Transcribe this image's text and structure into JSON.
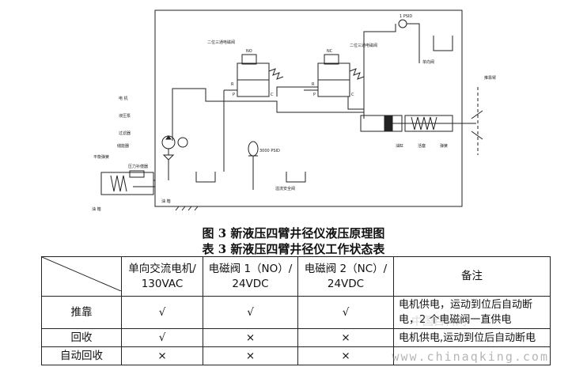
{
  "figure": {
    "caption": "图 3  新液压四臂井径仪液压原理图",
    "labels": {
      "pressure_1psid": "1 PSID",
      "valve_no": "NO",
      "valve_nc": "NC",
      "valve_no_name": "二位三通电磁阀",
      "valve_nc_name": "二位三通电磁阀",
      "port_r": "R",
      "port_p": "P",
      "port_c": "C",
      "relief_3000": "3000 PSID",
      "relief_name": "溢流安全阀",
      "motor": "电 机",
      "pump": "液压泵",
      "filter": "过滤器",
      "tank": "油 箱",
      "oil_cylinder": "油缸",
      "spring": "弹簧",
      "piston": "活塞",
      "check": "单向阀",
      "arm": "推靠臂",
      "compensator_spring": "平衡弹簧",
      "compensator": "压力补偿器",
      "accumulator": "储能器",
      "tank_bottom": "油 箱"
    }
  },
  "table": {
    "caption": "表 3  新液压四臂井径仪工作状态表",
    "headers": [
      "",
      "单向交流电机/\n130VAC",
      "电磁阀 1（NO）/\n24VDC",
      "电磁阀 2（NC）/\n24VDC",
      "备注"
    ],
    "rows": [
      {
        "mode": "推靠",
        "motor": "√",
        "valve1": "√",
        "valve2": "√",
        "note": "电机供电，运动到位后自动断电，2 个电磁阀一直供电"
      },
      {
        "mode": "回收",
        "motor": "√",
        "valve1": "×",
        "valve2": "×",
        "note": "电机供电,运动到位后自动断电"
      },
      {
        "mode": "自动回收",
        "motor": "×",
        "valve1": "×",
        "valve2": "×",
        "note": ""
      }
    ]
  },
  "watermark": {
    "text": "www.chinaqking.com",
    "faint": "中国百科网"
  }
}
